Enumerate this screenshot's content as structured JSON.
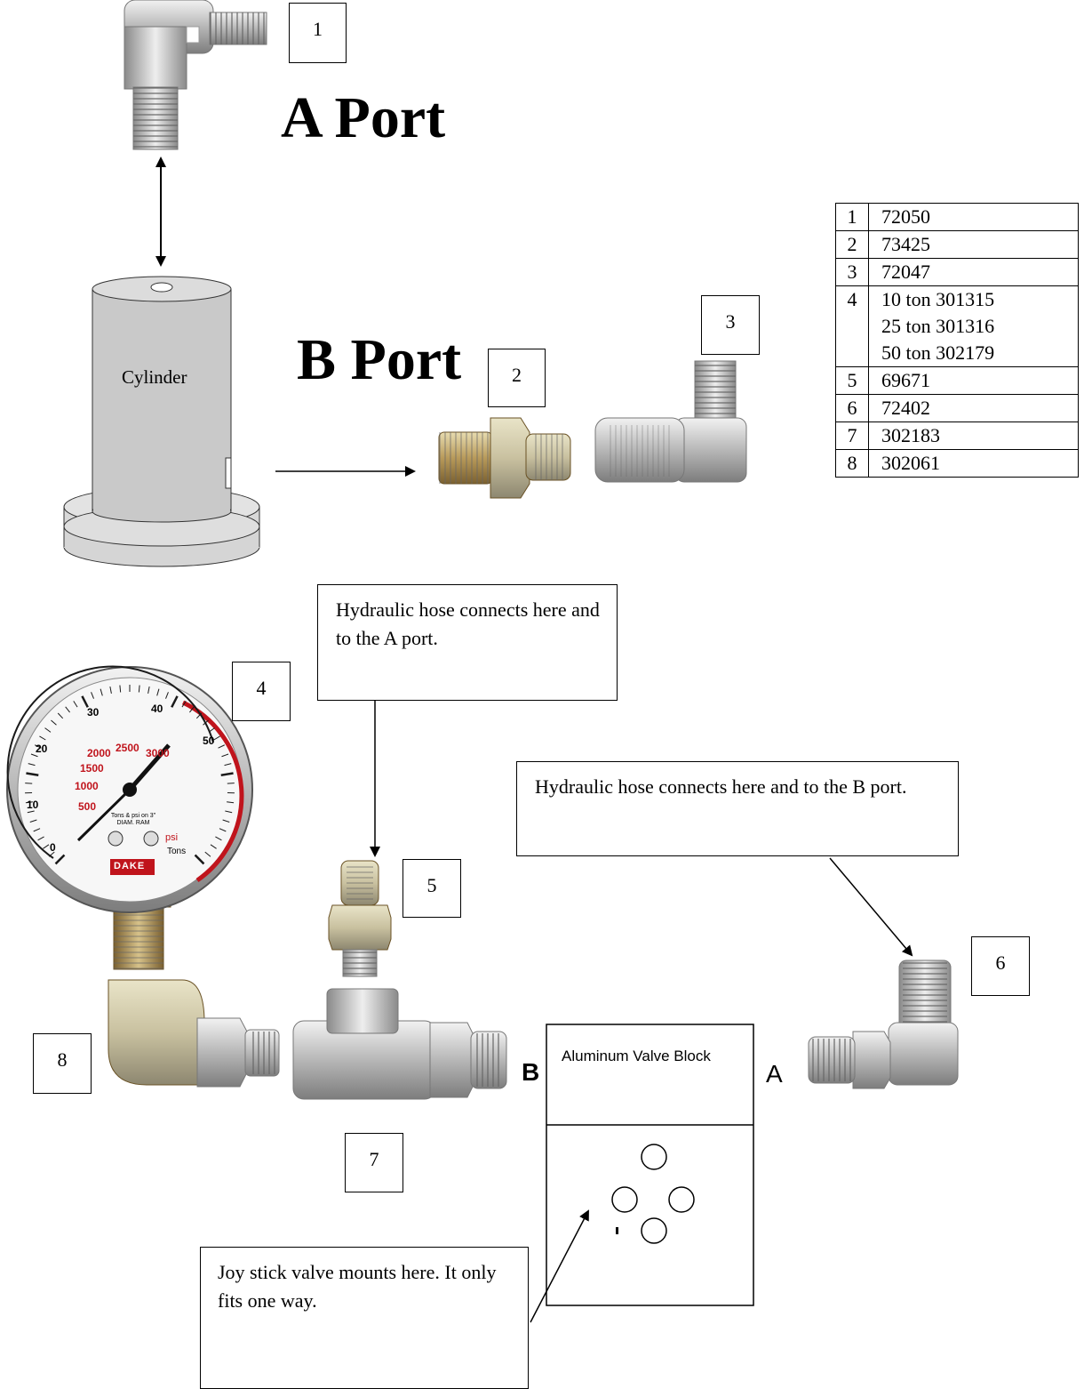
{
  "labels": {
    "a_port": "A Port",
    "b_port": "B Port",
    "cylinder": "Cylinder",
    "valve_block": "Aluminum Valve Block",
    "valve_b": "B",
    "valve_a": "A"
  },
  "number_boxes": [
    "1",
    "2",
    "3",
    "4",
    "5",
    "6",
    "7",
    "8"
  ],
  "parts_table": [
    {
      "num": "1",
      "values": [
        "72050"
      ]
    },
    {
      "num": "2",
      "values": [
        "73425"
      ]
    },
    {
      "num": "3",
      "values": [
        "72047"
      ]
    },
    {
      "num": "4",
      "values": [
        "10 ton 301315",
        "25 ton 301316",
        "50 ton 302179"
      ]
    },
    {
      "num": "5",
      "values": [
        "69671"
      ]
    },
    {
      "num": "6",
      "values": [
        "72402"
      ]
    },
    {
      "num": "7",
      "values": [
        "302183"
      ]
    },
    {
      "num": "8",
      "values": [
        "302061"
      ]
    }
  ],
  "callouts": {
    "hose_a": "Hydraulic hose connects here and to the A port.",
    "hose_b": "Hydraulic hose connects here and to the B port.",
    "joystick": "Joy stick valve mounts here. It only fits one way."
  },
  "gauge": {
    "tons_ticks": [
      "0",
      "10",
      "20",
      "30",
      "40",
      "50"
    ],
    "psi_ticks": [
      "500",
      "1000",
      "1500",
      "2000",
      "2500",
      "3000"
    ],
    "brand": "DAKE",
    "unit_psi": "psi",
    "unit_tons": "Tons",
    "face_text": "Tons & psi on 3\" DIAM. RAM",
    "colors": {
      "tons": "#1a1a1a",
      "psi": "#c0141c"
    }
  }
}
